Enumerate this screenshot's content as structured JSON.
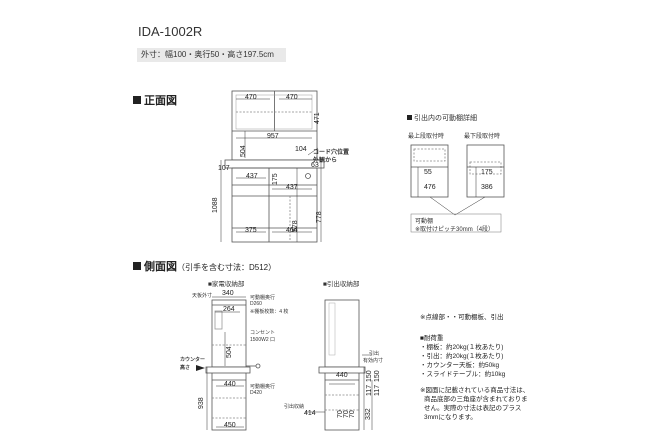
{
  "header": {
    "model": "IDA-1002R",
    "outer_dims": "外寸：幅100・奥行50・高さ197.5cm"
  },
  "front": {
    "title": "正面図",
    "dims": {
      "top_left_w": "470",
      "top_right_w": "470",
      "top_h": "471",
      "total_w": "957",
      "upper_h": "504",
      "cord_dim": "104",
      "counter_h": "107",
      "drawer_w": "437",
      "drawer_h": "175",
      "drawer2_w": "437",
      "cord_x": "63",
      "total_h": "1088",
      "lower_h": "578",
      "lower_total": "778",
      "bottom_left_w": "375",
      "bottom_right_w": "464"
    },
    "cord_label": "コード穴位置",
    "cord_label2": "外観から"
  },
  "drawer_detail": {
    "title": "引出内の可動棚詳細",
    "top_label": "最上段取付時",
    "bottom_label": "最下段取付時",
    "left_dims": [
      "55",
      "476"
    ],
    "right_dims": [
      "175",
      "386"
    ],
    "caption1": "可動棚",
    "caption2": "※取付けピッチ30mm（4段）"
  },
  "side": {
    "title": "側面図",
    "subtitle": "（引手を含む寸法：D512）",
    "appliance_label": "■家電収納部",
    "drawer_label": "■引出収納部",
    "left": {
      "top_w_label": "天板外寸",
      "top_w": "340",
      "shelf_h_label": "可動棚奥行",
      "shelf_h": "D260",
      "shelf_count": "※棚板枚数：4 枚",
      "dim_264": "264",
      "outlet": "コンセント",
      "outlet_spec": "1500W2 口",
      "counter": "カウンター",
      "counter2": "高さ",
      "dim_504": "504",
      "dim_440": "440",
      "lower_shelf": "可動棚奥行",
      "lower_shelf_d": "D420",
      "dim_938": "938",
      "dim_450": "450"
    },
    "right": {
      "dim_440": "440",
      "slide_label": "引出",
      "slide_label2": "有効内寸",
      "inner_label": "引出収納",
      "inner_d": "414",
      "dims_v": [
        "332",
        "117",
        "150",
        "117",
        "150"
      ],
      "dims_70": [
        "70",
        "70",
        "70"
      ]
    }
  },
  "notes": {
    "legend": "※点線部・・可動棚板、引出",
    "load_title": "■耐荷重",
    "load_items": [
      "・棚板：約20kg(１枚あたり)",
      "・引出：約20kg(１枚あたり)",
      "・カウンター天板：約50kg",
      "・スライドテーブル：約10kg"
    ],
    "disclaimer": [
      "※図面に記載されている商品寸法は、",
      "商品底部の三角座が含まれておりま",
      "せん。実際の寸法は表記のプラス",
      "3mmになります。"
    ]
  }
}
